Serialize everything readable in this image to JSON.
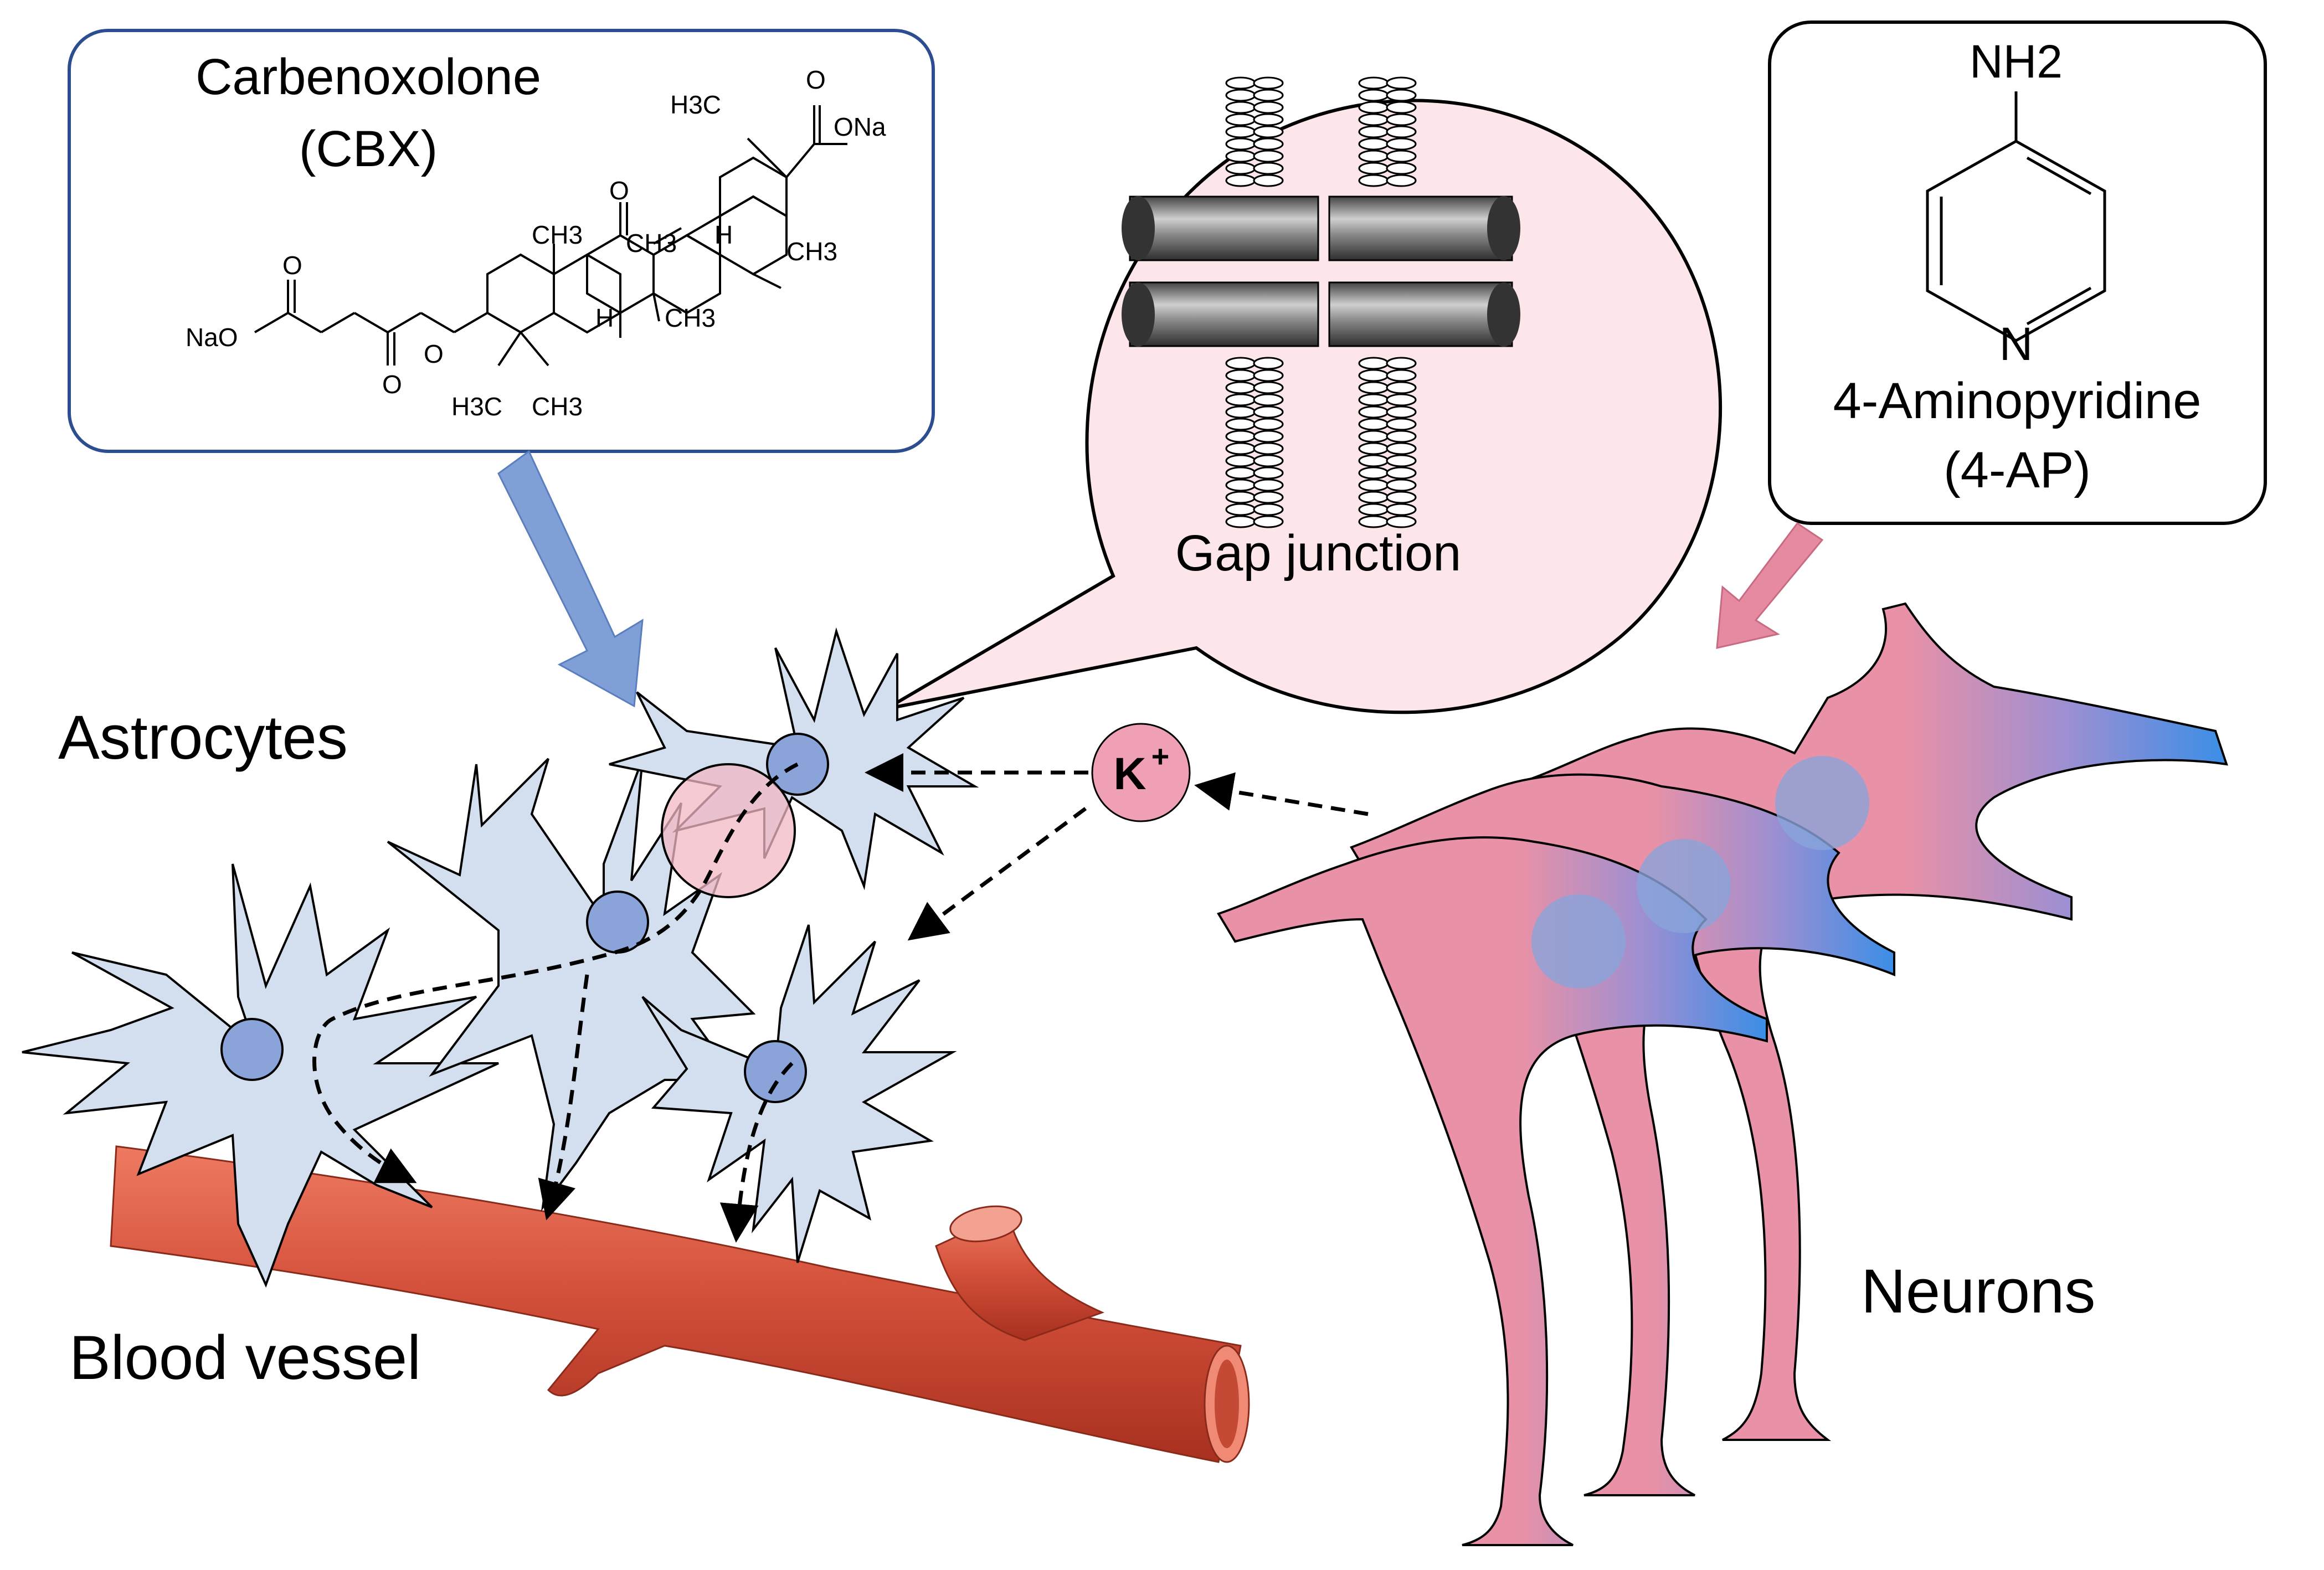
{
  "labels": {
    "astrocytes": "Astrocytes",
    "blood_vessel": "Blood vessel",
    "neurons": "Neurons",
    "gap_junction": "Gap junction",
    "potassium": "K",
    "potassium_charge": "+"
  },
  "cbx_box": {
    "name": "Carbenoxolone",
    "abbr": "(CBX)",
    "atoms": {
      "h3c_top": "H3C",
      "ona": "ONa",
      "o_carboxyl": "O",
      "o_keto": "O",
      "ch3_a": "CH3",
      "ch3_b": "CH3",
      "ch3_c": "CH3",
      "ch3_d": "CH3",
      "h_a": "H",
      "h_b": "H",
      "nao": "NaO",
      "o_ester": "O",
      "o_ester2": "O",
      "o_acid": "O",
      "h3c_bottom": "H3C",
      "ch3_bottom": "CH3"
    }
  },
  "ap_box": {
    "nh2": "NH2",
    "n": "N",
    "name": "4-Aminopyridine",
    "abbr": "(4-AP)"
  },
  "colors": {
    "astrocyte_fill": "#d3deef",
    "astrocyte_nucleus": "#8aa4da",
    "neuron_pink": "#e991a6",
    "neuron_blue": "#3b8ee6",
    "vessel": "#d4513b",
    "bubble_fill": "#fde6ea",
    "cbx_border": "#2c4d8f",
    "cbx_arrow": "#7f9fd6",
    "ap_arrow": "#e58aa0",
    "k_ion": "#f0a0b4"
  }
}
